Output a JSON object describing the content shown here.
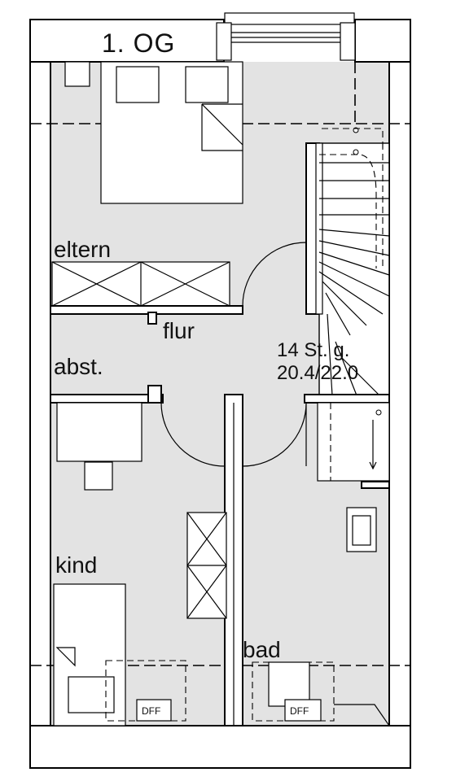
{
  "floor_label": "1. OG",
  "rooms": {
    "eltern": "eltern",
    "flur": "flur",
    "abst": "abst.",
    "kind": "kind",
    "bad": "bad"
  },
  "stair": {
    "steps": "14 St. g.",
    "dimensions": "20.4/22.0"
  },
  "windows": {
    "kind_skylight": "DFF",
    "bad_skylight": "DFF"
  }
}
